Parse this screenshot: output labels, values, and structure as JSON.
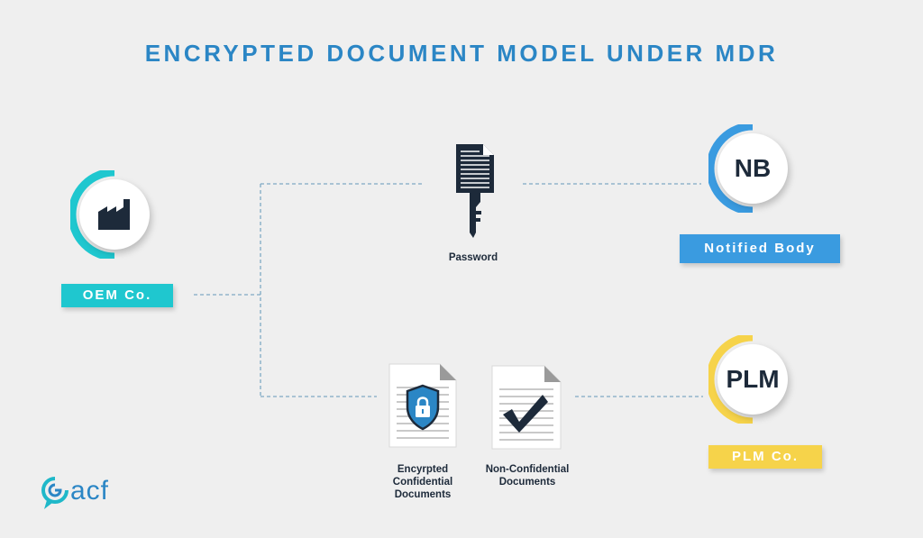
{
  "title": "ENCRYPTED DOCUMENT MODEL UNDER MDR",
  "nodes": {
    "oem": {
      "label": "OEM Co.",
      "icon": "factory-icon",
      "color": "#1fc7cf"
    },
    "nb": {
      "abbr": "NB",
      "label": "Notified Body",
      "color": "#3a9be0"
    },
    "plm": {
      "abbr": "PLM",
      "label": "PLM Co.",
      "color": "#f6d34a"
    }
  },
  "items": {
    "password": {
      "caption": "Password",
      "icon": "key-icon"
    },
    "encrypted": {
      "caption_line1": "Encyrpted",
      "caption_line2": "Confidential",
      "caption_line3": "Documents",
      "icon": "shield-lock-icon"
    },
    "nonconf": {
      "caption_line1": "Non-Confidential",
      "caption_line2": "Documents",
      "icon": "checkmark-icon"
    }
  },
  "logo": {
    "text": "acf"
  },
  "colors": {
    "title": "#2b86c5",
    "line": "#7fa9c4",
    "dark": "#1d2a3a"
  }
}
